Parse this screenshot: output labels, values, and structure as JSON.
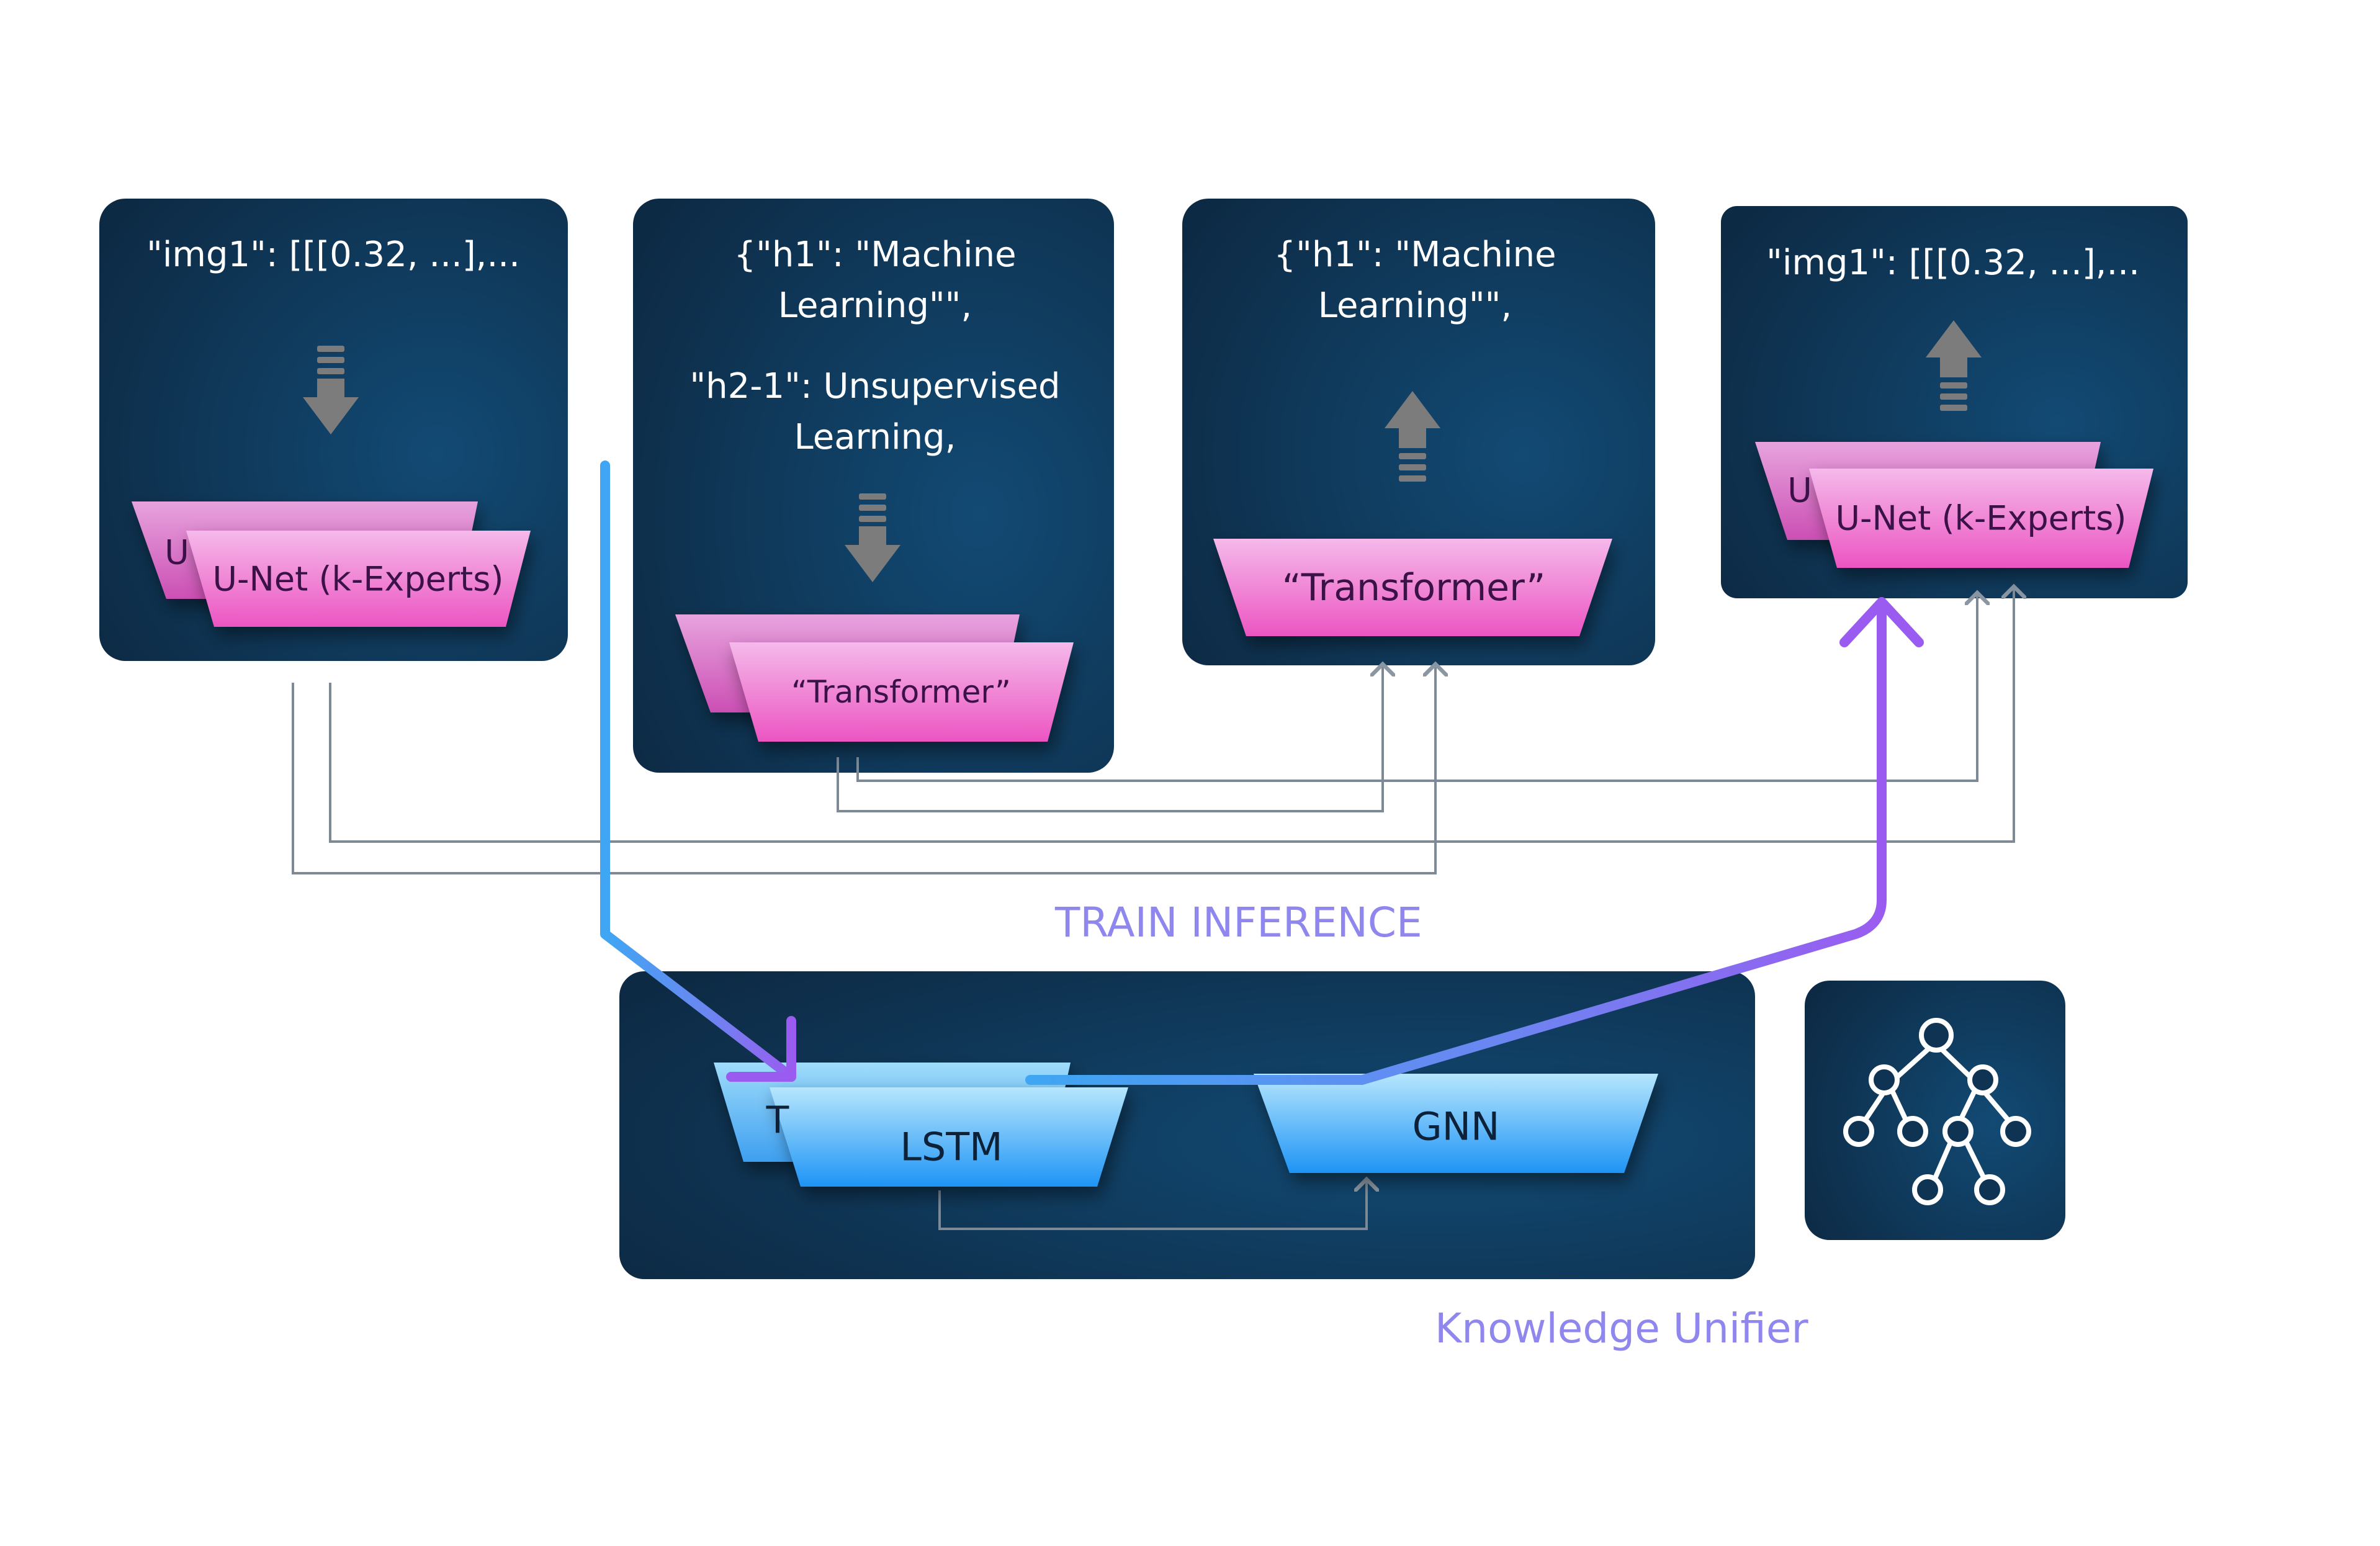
{
  "encoders": {
    "visual": {
      "title": "Visual encoder",
      "content": "\"img1\":  [[[0.32, ...],...",
      "block_back": "U",
      "block_front": "U-Net (k-Experts)"
    },
    "text": {
      "title": "Text encoder",
      "line1": "{\"h1\": \"Machine",
      "line2": "Learning\"\",",
      "line3": "\"h2-1\": Unsupervised",
      "line4": "Learning,",
      "block_back": "",
      "block_front": "“Transformer”"
    }
  },
  "decoders": {
    "text": {
      "title": "Text decoder",
      "line1": "{\"h1\": \"Machine",
      "line2": "Learning\"\",",
      "block": "“Transformer”"
    },
    "image": {
      "title": "Image decoder",
      "content": "\"img1\":  [[[0.32, ...],...",
      "block_back": "U",
      "block_front": "U-Net (k-Experts)"
    }
  },
  "flow_label": "TRAIN INFERENCE",
  "unifier": {
    "caption": "Knowledge Unifier",
    "block_back": "T",
    "lstm": "LSTM",
    "gnn": "GNN"
  },
  "icons": {
    "tree": "tree-graph-icon",
    "arrow": "down-arrow-icon"
  },
  "colors": {
    "panel": "#0e1d2a",
    "box": "#0f3352",
    "pink": "#f07fd2",
    "blue": "#4cb3f6",
    "accent": "#8f86ee",
    "purple": "#9a5cf0"
  }
}
